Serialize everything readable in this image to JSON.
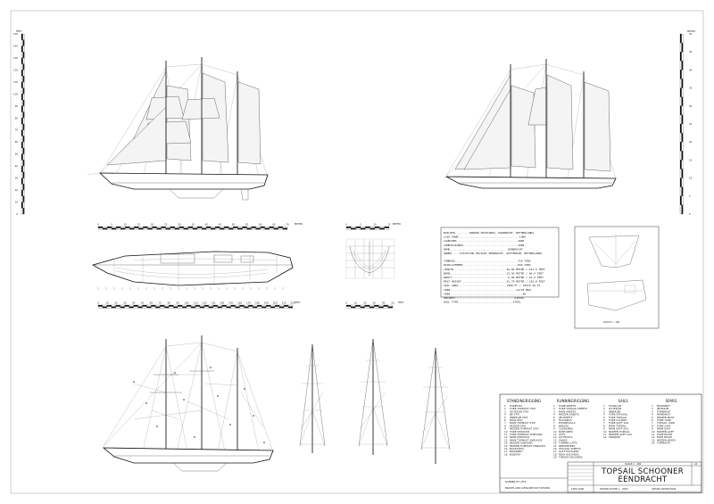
{
  "scale_left": {
    "unit": "FEET",
    "ticks": [
      "150",
      "140",
      "130",
      "120",
      "110",
      "100",
      "90",
      "80",
      "70",
      "60",
      "50",
      "40",
      "30",
      "20",
      "10",
      "0"
    ]
  },
  "scale_right": {
    "unit": "METER",
    "ticks": [
      "50",
      "45",
      "40",
      "35",
      "30",
      "25",
      "20",
      "15",
      "10",
      "5",
      "0"
    ]
  },
  "ruler_top": {
    "unit": "METER",
    "ticks": [
      "0",
      "5",
      "10",
      "15",
      "20",
      "25",
      "30",
      "35",
      "40",
      "45",
      "50",
      "55",
      "60",
      "65",
      "70"
    ]
  },
  "ruler_bottom": {
    "unit": "FEET",
    "ticks": [
      "0",
      "10",
      "20",
      "30",
      "40",
      "50",
      "60",
      "70",
      "80",
      "90",
      "100",
      "110",
      "120",
      "130",
      "140",
      "150",
      "160",
      "170",
      "180",
      "190",
      "200",
      "210",
      "220"
    ]
  },
  "section_ruler_top": {
    "unit": "METER",
    "ticks": [
      "0",
      "5",
      "10",
      "15"
    ]
  },
  "section_ruler_bottom": {
    "unit": "FEET",
    "ticks": [
      "0",
      "10",
      "20",
      "30",
      "40",
      "50"
    ]
  },
  "specs": {
    "builder_rows": [
      "BUILDER.........HARDER SHIPYARDS, DORDRECHT, NETHERLANDS",
      "LAID DOWN......................................1988",
      "LAUNCHED......................................1989",
      "COMMISSIONED..................................1989",
      "NAME....................................EENDRACHT",
      "OWNER.....STICHTING DELIGHT EENDRACHT, ROTTERDAM, NETHERLANDS"
    ],
    "dimension_rows": [
      "TONNAGE.......................................750 TONS",
      "DISPLACEMENT..................................845 TONS",
      "LENGTH.................................59,00 METER / 193,6 FEET",
      "BEAM...................................12,30 METER / 40,4 FEET",
      "DRAFT...................................5,00 METER / 16,4 FEET",
      "MAST HEIGHT............................41,70 METER / 136,8 FEET",
      "SAIL AREA..............................1400 M² / 15070 SQ.FT.",
      "CREW.........................................12/18 MAN",
      "CREW.............................................40",
      "ENGINES.....................................DIESEL",
      "HULL TYPE..................................STEEL"
    ]
  },
  "section_scale": "SCALE 1 : 100",
  "legend": {
    "columns": [
      {
        "header": "STANDINGRIGGING",
        "items": [
          "FORESTAY",
          "FORE TOPMAST STAY",
          "OUTER JIB STAY",
          "JIB STAY",
          "INNER JIB STAY",
          "MAIN STAY",
          "MAIN TOPMAST STAY",
          "MIZZEN STAY",
          "MIZZEN TOPMAST STAY",
          "FORE SHROUDS",
          "FORE TOPMAST SHROUDS",
          "MAIN SHROUDS",
          "MAIN TOPMAST SHROUDS",
          "MIZZEN SHROUDS",
          "MIZZEN TOPMAST SHROUDS",
          "BACKSTAYS",
          "BOWSPRIT",
          "BOBSTAY"
        ]
      },
      {
        "header": "RUNNINGRIGGING",
        "items": [
          "FORE SHEETS",
          "FORE TOPSAIL SHEETS",
          "MAIN SHEETS",
          "MIZZEN SHEETS",
          "JIB SHEETS",
          "HALYARDS",
          "DOWNHAULS",
          "BRACES",
          "CLEWLINES",
          "BUNTLINES",
          "LIFTS",
          "OUTHAULS",
          "VANGS",
          "TOPPING LIFTS",
          "PREVENTERS",
          "STAYSAIL SHEETS",
          "GAFF HALYARDS",
          "PEAK HALYARDS",
          "THROAT HALYARDS",
          "REEF LINES",
          "SPANKER SHEETS",
          "TACK LINES",
          "FLAG HALYARDS"
        ]
      },
      {
        "header": "SAILS",
        "items": [
          "FLYING JIB",
          "OUTER JIB",
          "INNER JIB",
          "FORE STAYSAIL",
          "FORE TOPSAIL",
          "FORE COURSE",
          "FORE GAFF SAIL",
          "MAIN TOPSAIL",
          "MAIN GAFF SAIL",
          "MIZZEN TOPSAIL",
          "MIZZEN GAFF SAIL",
          "SPANKER"
        ]
      },
      {
        "header": "SPARS",
        "items": [
          "BOWSPRIT",
          "JIB BOOM",
          "FOREMAST",
          "MAINMAST",
          "MIZZEN MAST",
          "FORE YARD",
          "TOPSAIL YARD",
          "FORE GAFF",
          "MAIN GAFF",
          "MIZZEN GAFF",
          "FORE BOOM",
          "MAIN BOOM",
          "MIZZEN BOOM",
          "TOPMASTS"
        ]
      }
    ]
  },
  "title_block": {
    "scale_note": "SCALE 1 : 200",
    "title_line1": "TOPSAIL SCHOONER",
    "title_line2": "EENDRACHT",
    "sheet_no": "A1",
    "note1": "NUMBER OF LIFTS",
    "note2": "BRACES AND CLEWLINES NOT SHOWN",
    "footer_left": "1989-1990",
    "footer_mid": "DRAWN SCHIPS 1 : 2000",
    "footer_right": "ART.NR SAPSEGOS06"
  }
}
